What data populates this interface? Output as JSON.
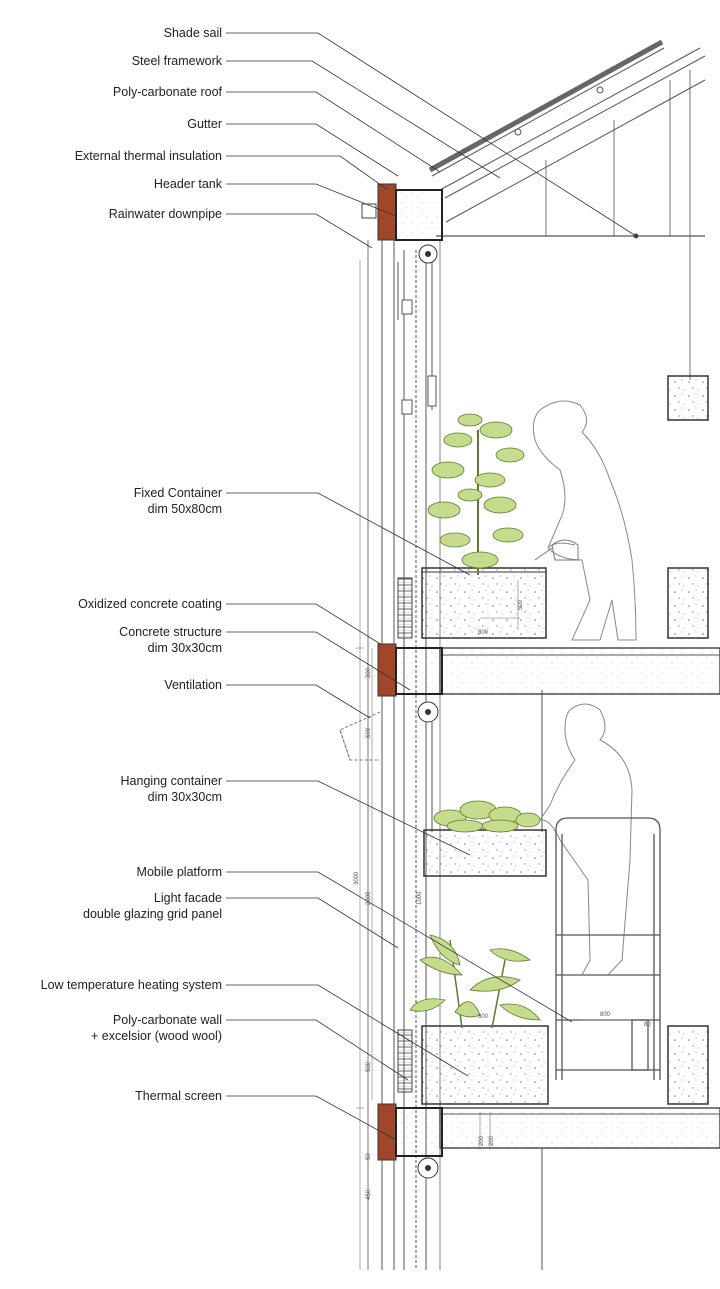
{
  "labels": {
    "shade_sail": "Shade sail",
    "steel_framework": "Steel framework",
    "polycarbonate_roof": "Poly-carbonate roof",
    "gutter": "Gutter",
    "external_insulation": "External thermal insulation",
    "header_tank": "Header tank",
    "rainwater_downpipe": "Rainwater downpipe",
    "fixed_container_1": "Fixed Container",
    "fixed_container_2": "dim 50x80cm",
    "oxidized_coating": "Oxidized concrete coating",
    "concrete_structure_1": "Concrete structure",
    "concrete_structure_2": "dim 30x30cm",
    "ventilation": "Ventilation",
    "hanging_container_1": "Hanging container",
    "hanging_container_2": "dim 30x30cm",
    "mobile_platform": "Mobile platform",
    "light_facade_1": "Light facade",
    "light_facade_2": "double glazing grid panel",
    "heating_system": "Low temperature heating system",
    "polycarbonate_wall_1": "Poly-carbonate wall",
    "polycarbonate_wall_2": "+ excelsior (wood wool)",
    "thermal_screen": "Thermal screen"
  },
  "dimensions": {
    "d800_a": "800",
    "d500_a": "500",
    "d300": "300",
    "d600": "600",
    "d3000": "3000",
    "d2000": "2000",
    "d1000": "1000",
    "d800_b": "800",
    "d800_c": "800",
    "d80": "80",
    "d500_b": "500",
    "d200_a": "200",
    "d200_b": "200",
    "d50": "50",
    "d450": "450"
  },
  "colors": {
    "line": "#555555",
    "leader": "#333333",
    "concrete_fill": "#a0472a",
    "plant": "#c4dc8c",
    "plant_stroke": "#5e7a2e"
  }
}
